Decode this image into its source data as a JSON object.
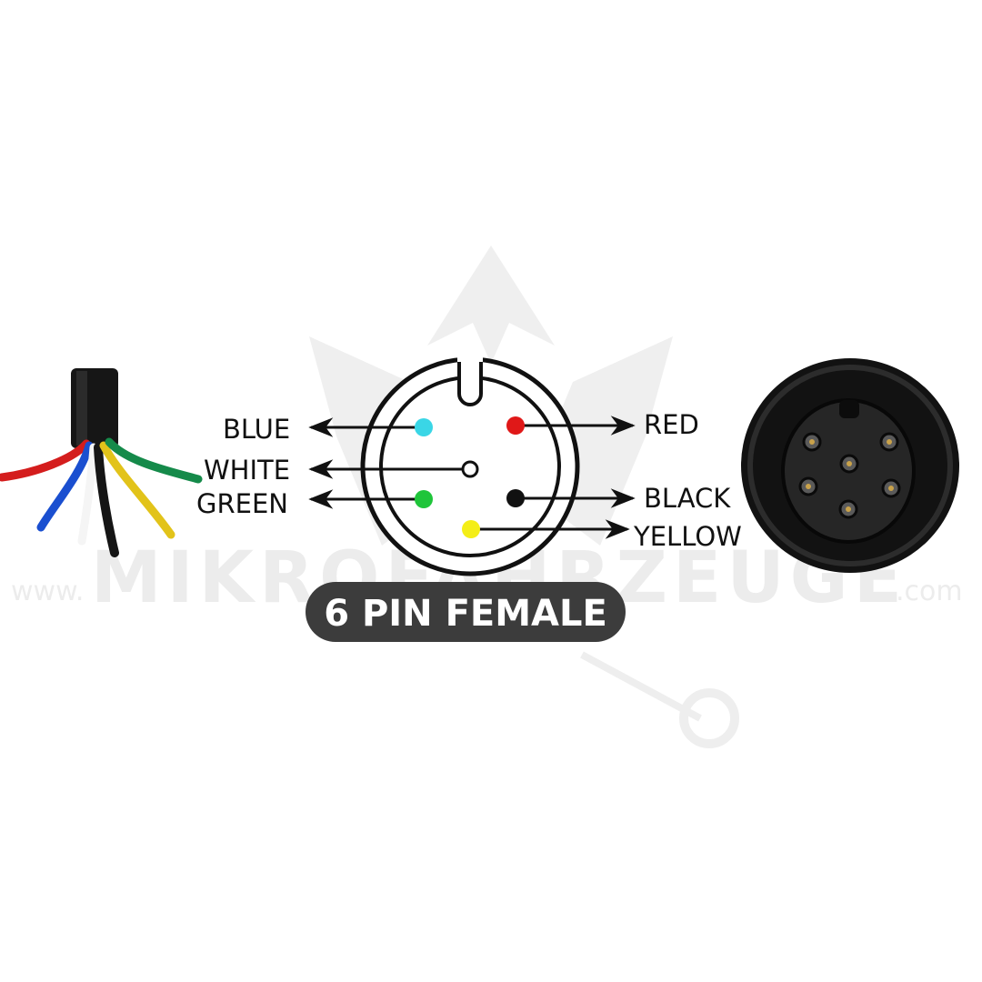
{
  "diagram": {
    "badge_label": "6 PIN FEMALE",
    "pins": [
      {
        "label": "BLUE",
        "color": "#3ad6e6",
        "side": "left"
      },
      {
        "label": "WHITE",
        "color": "#ffffff",
        "side": "left"
      },
      {
        "label": "GREEN",
        "color": "#1fc53a",
        "side": "left"
      },
      {
        "label": "RED",
        "color": "#e01818",
        "side": "right"
      },
      {
        "label": "BLACK",
        "color": "#111111",
        "side": "right"
      },
      {
        "label": "YELLOW",
        "color": "#f4ee17",
        "side": "right"
      }
    ]
  },
  "watermark": {
    "prefix": "www.",
    "brand": "MIKROFAHRZEUGE",
    "suffix": ".com"
  },
  "wires": [
    "#d41d1d",
    "#1a4fd0",
    "#f5f5f5",
    "#151515",
    "#e2c31a",
    "#158a4a"
  ],
  "colors": {
    "badge_bg": "#3c3c3c",
    "connector_body": "#161616",
    "watermark": "#ececec"
  }
}
